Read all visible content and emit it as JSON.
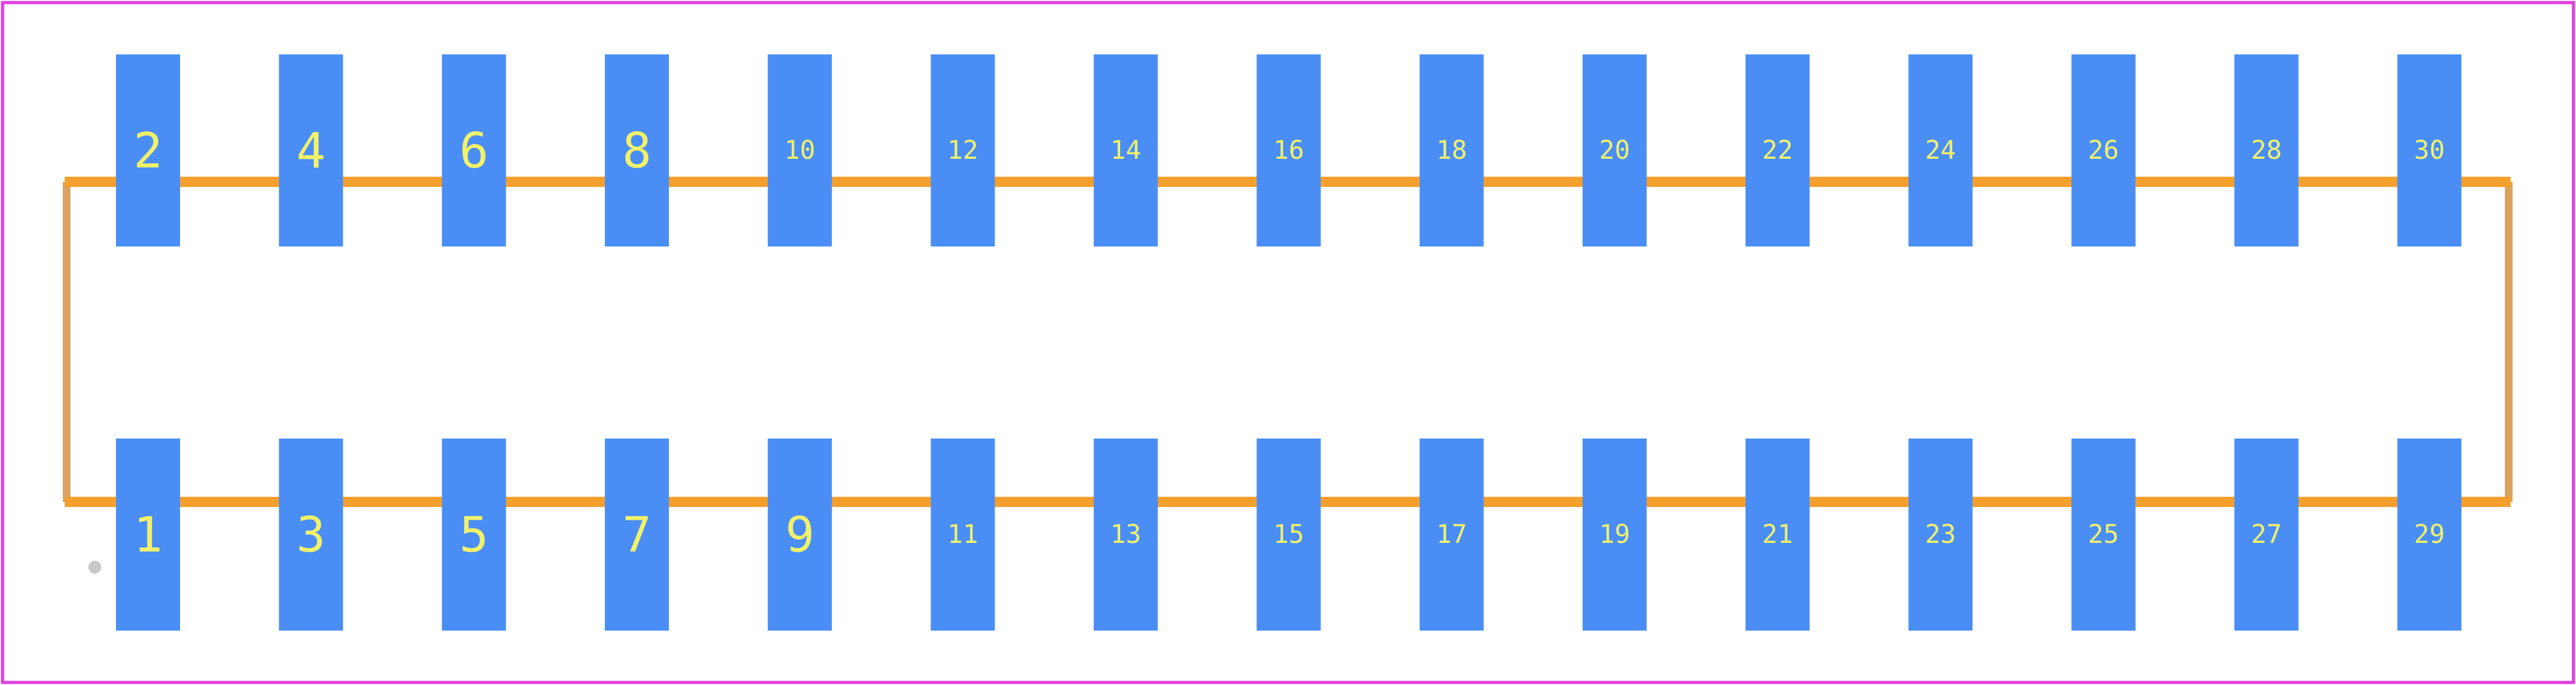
{
  "colors": {
    "background": "#ffffff",
    "board_outline": "#e040e0",
    "pad_fill": "#4a8ef5",
    "pad_label": "#f2f26a",
    "silkscreen_horizontal": "#f5a02d",
    "silkscreen_side": "#d9a35f",
    "pin1_marker": "#c8c8c8"
  },
  "footprint": {
    "top_row_labels": [
      "2",
      "4",
      "6",
      "8",
      "10",
      "12",
      "14",
      "16",
      "18",
      "20",
      "22",
      "24",
      "26",
      "28",
      "30"
    ],
    "bottom_row_labels": [
      "1",
      "3",
      "5",
      "7",
      "9",
      "11",
      "13",
      "15",
      "17",
      "19",
      "21",
      "23",
      "25",
      "27",
      "29"
    ]
  }
}
